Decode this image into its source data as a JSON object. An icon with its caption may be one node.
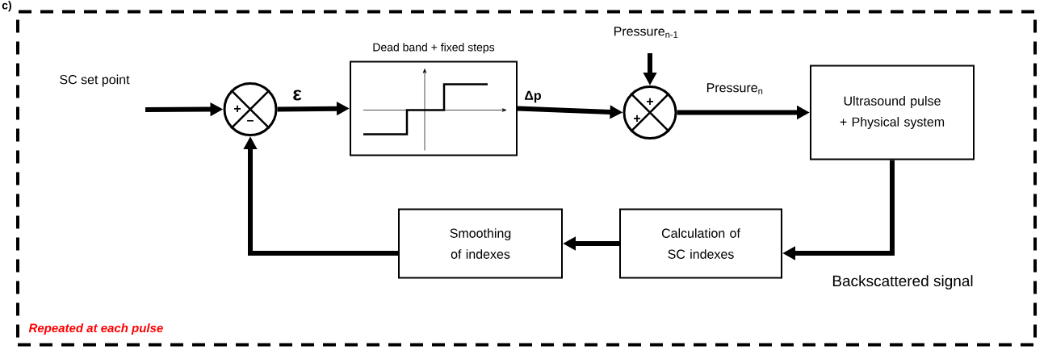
{
  "diagram": {
    "nodes": [
      {
        "text": [
          "Repeated at each pulse"
        ]
      },
      {
        "text": [
          "+",
          "–"
        ],
        "in": 0
      },
      {
        "text": [
          "Dead band + fixed steps"
        ],
        "in": 0
      },
      {
        "text": [
          "+",
          "+"
        ],
        "in": 0
      },
      {
        "text": [
          "Ultrasound pulse + Physical system"
        ],
        "in": 0
      },
      {
        "text": [
          "Calculation of SC indexes"
        ],
        "in": 0
      },
      {
        "text": [
          "Smoothing of indexes"
        ],
        "in": 0
      }
    ],
    "edges": [
      {
        "from": null,
        "to": 1,
        "arrow": "to",
        "label": "SC set point"
      },
      {
        "from": 1,
        "to": 2,
        "arrow": "to",
        "label": "ε"
      },
      {
        "from": 2,
        "to": 3,
        "arrow": "to",
        "label": "Δp"
      },
      {
        "from": null,
        "to": 3,
        "arrow": "to",
        "label": "Pressure$_{n-1}$"
      },
      {
        "from": 3,
        "to": 4,
        "arrow": "to",
        "label": "Pressure$_{n}$"
      },
      {
        "from": 4,
        "to": 5,
        "arrow": "to",
        "label": "Backscattered signal"
      },
      {
        "from": 5,
        "to": 6,
        "arrow": "to"
      },
      {
        "from": 6,
        "to": 1,
        "arrow": "to"
      }
    ],
    "labels": [
      "c)"
    ]
  }
}
